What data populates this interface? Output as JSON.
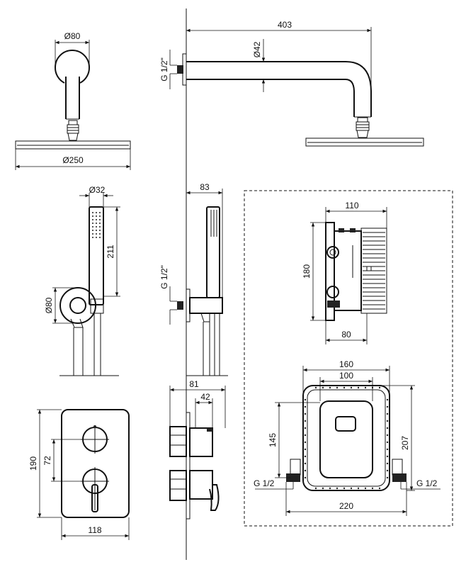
{
  "colors": {
    "line": "#111111",
    "background": "#ffffff"
  },
  "shower_head": {
    "arm_diameter": "Ø80",
    "head_diameter": "Ø250",
    "arm_length": "403",
    "pipe_diameter": "Ø42",
    "thread": "G 1/2\""
  },
  "hand_shower": {
    "handle_diameter": "Ø32",
    "handle_height": "211",
    "holder_diameter": "Ø80",
    "projection": "83",
    "thread": "G 1/2\""
  },
  "mixer": {
    "plate_height": "190",
    "knob_spacing": "72",
    "plate_width": "118",
    "depth_total": "81",
    "depth_plate": "42"
  },
  "box": {
    "width_top": "110",
    "height": "180",
    "width_bottom": "80",
    "frame_outer": "160",
    "frame_inner": "100",
    "inlet_height": "145",
    "total_height": "207",
    "thread_left": "G 1/2",
    "thread_right": "G 1/2",
    "total_width": "220"
  }
}
